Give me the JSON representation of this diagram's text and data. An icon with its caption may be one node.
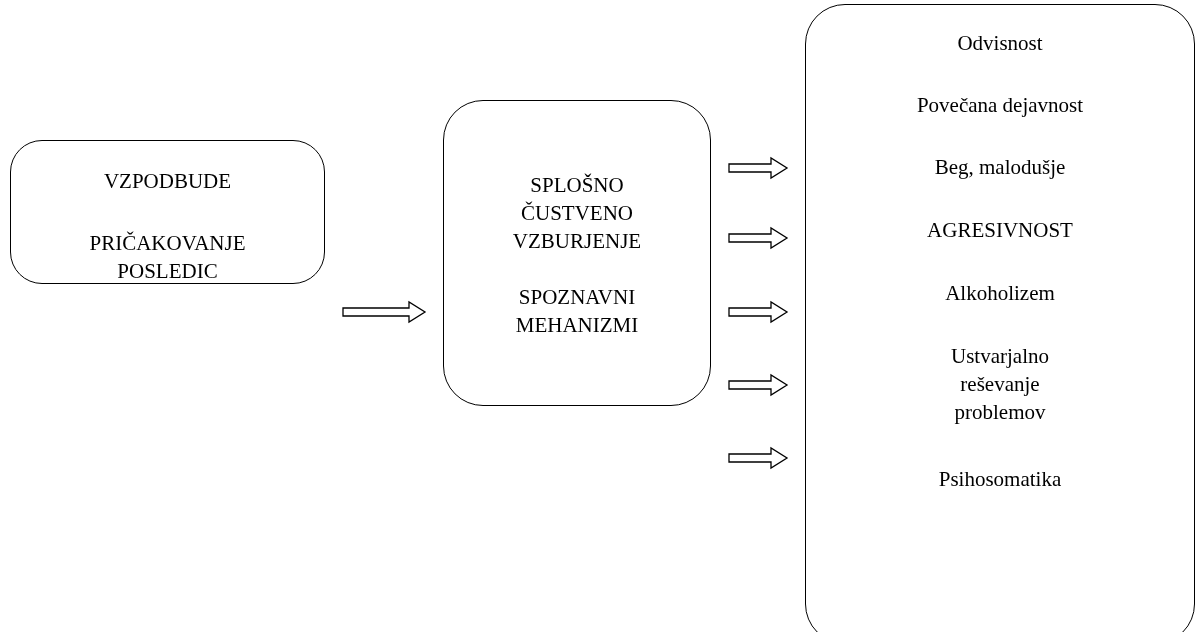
{
  "diagram": {
    "nodes": [
      {
        "text": [
          "VZPODBUDE",
          "PRIČAKOVANJE POSLEDIC"
        ]
      },
      {
        "text": [
          "SPLOŠNO ČUSTVENO VZBURJENJE",
          "SPOZNAVNI MEHANIZMI"
        ]
      },
      {
        "text": [
          "Odvisnost",
          "Povečana dejavnost",
          "Beg, malodušje",
          "AGRESIVNOST",
          "Alkoholizem",
          "Ustvarjalno reševanje problemov",
          "Psihosomatika"
        ]
      }
    ],
    "edges": [
      {
        "from": 0,
        "to": 1,
        "arrow": "to"
      },
      {
        "from": 1,
        "to": 2,
        "arrow": "to"
      },
      {
        "from": 1,
        "to": 2,
        "arrow": "to"
      },
      {
        "from": 1,
        "to": 2,
        "arrow": "to"
      },
      {
        "from": 1,
        "to": 2,
        "arrow": "to"
      },
      {
        "from": 1,
        "to": 2,
        "arrow": "to"
      }
    ]
  }
}
